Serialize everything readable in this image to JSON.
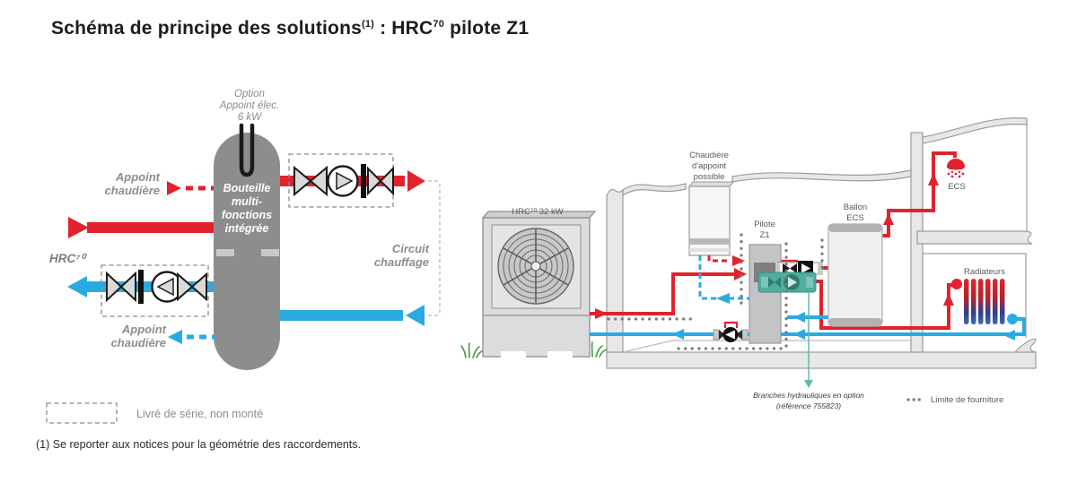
{
  "header": {
    "title_part1": "Schéma de principe des solutions",
    "title_ref": "(1)",
    "title_part2": " : HRC",
    "title_sup": "70",
    "title_part3": " pilote Z1"
  },
  "left_diagram": {
    "option_label": [
      "Option",
      "Appoint élec.",
      "6 kW"
    ],
    "tank_label": [
      "Bouteille",
      "multi-",
      "fonctions",
      "intégrée"
    ],
    "appoint_top": [
      "Appoint",
      "chaudière"
    ],
    "hrc_label": "HRC⁷⁰",
    "circuit_label": [
      "Circuit",
      "chauffage"
    ],
    "appoint_bottom": [
      "Appoint",
      "chaudière"
    ],
    "legend_label": "Livré de série, non monté"
  },
  "right_diagram": {
    "heat_pump_label": "HRC⁷⁰ 32 kW",
    "boiler_label": [
      "Chaudière",
      "d'appoint",
      "possible"
    ],
    "pilote_label": [
      "Pilote",
      "Z1"
    ],
    "ballon_label": [
      "Ballon",
      "ECS"
    ],
    "ecs_label": "ECS",
    "radiators_label": "Radiateurs",
    "branches_label": [
      "Branches hydrauliques en option",
      "(référence 755823)"
    ],
    "limite_label": "Limite de fourniture"
  },
  "footnote": "(1) Se reporter aux notices pour la géométrie des raccordements.",
  "colors": {
    "red": "#e1232e",
    "blue": "#29abe2",
    "teal": "#4fae9d",
    "tank_gray": "#8d8d8d",
    "label_gray": "#8d8d8d",
    "structure_gray": "#e7e7e7",
    "title_dark": "#1d1d1b"
  }
}
